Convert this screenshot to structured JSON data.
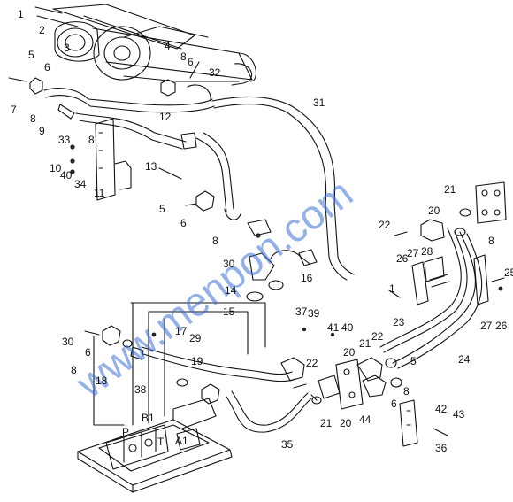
{
  "watermark": "www.menpon.com",
  "part_labels": [
    {
      "text": "1"
    },
    {
      "text": "2"
    },
    {
      "text": "3"
    },
    {
      "text": "4"
    },
    {
      "text": "5"
    },
    {
      "text": "6"
    },
    {
      "text": "8"
    },
    {
      "text": "6"
    },
    {
      "text": "32"
    },
    {
      "text": "7"
    },
    {
      "text": "8"
    },
    {
      "text": "9"
    },
    {
      "text": "12"
    },
    {
      "text": "31"
    },
    {
      "text": "33"
    },
    {
      "text": "8"
    },
    {
      "text": "10"
    },
    {
      "text": "40"
    },
    {
      "text": "34"
    },
    {
      "text": "11"
    },
    {
      "text": "13"
    },
    {
      "text": "5"
    },
    {
      "text": "6"
    },
    {
      "text": "8"
    },
    {
      "text": "21"
    },
    {
      "text": "20"
    },
    {
      "text": "22"
    },
    {
      "text": "8"
    },
    {
      "text": "26"
    },
    {
      "text": "27"
    },
    {
      "text": "28"
    },
    {
      "text": "25"
    },
    {
      "text": "30"
    },
    {
      "text": "14"
    },
    {
      "text": "16"
    },
    {
      "text": "1"
    },
    {
      "text": "15"
    },
    {
      "text": "37"
    },
    {
      "text": "39"
    },
    {
      "text": "41"
    },
    {
      "text": "40"
    },
    {
      "text": "23"
    },
    {
      "text": "27"
    },
    {
      "text": "26"
    },
    {
      "text": "30"
    },
    {
      "text": "17"
    },
    {
      "text": "29"
    },
    {
      "text": "6"
    },
    {
      "text": "21"
    },
    {
      "text": "22"
    },
    {
      "text": "24"
    },
    {
      "text": "8"
    },
    {
      "text": "18"
    },
    {
      "text": "19"
    },
    {
      "text": "20"
    },
    {
      "text": "5"
    },
    {
      "text": "22"
    },
    {
      "text": "38"
    },
    {
      "text": "8"
    },
    {
      "text": "6"
    },
    {
      "text": "B1"
    },
    {
      "text": "P"
    },
    {
      "text": "21"
    },
    {
      "text": "20"
    },
    {
      "text": "44"
    },
    {
      "text": "42"
    },
    {
      "text": "43"
    },
    {
      "text": "A1"
    },
    {
      "text": "T"
    },
    {
      "text": "35"
    },
    {
      "text": "36"
    }
  ]
}
